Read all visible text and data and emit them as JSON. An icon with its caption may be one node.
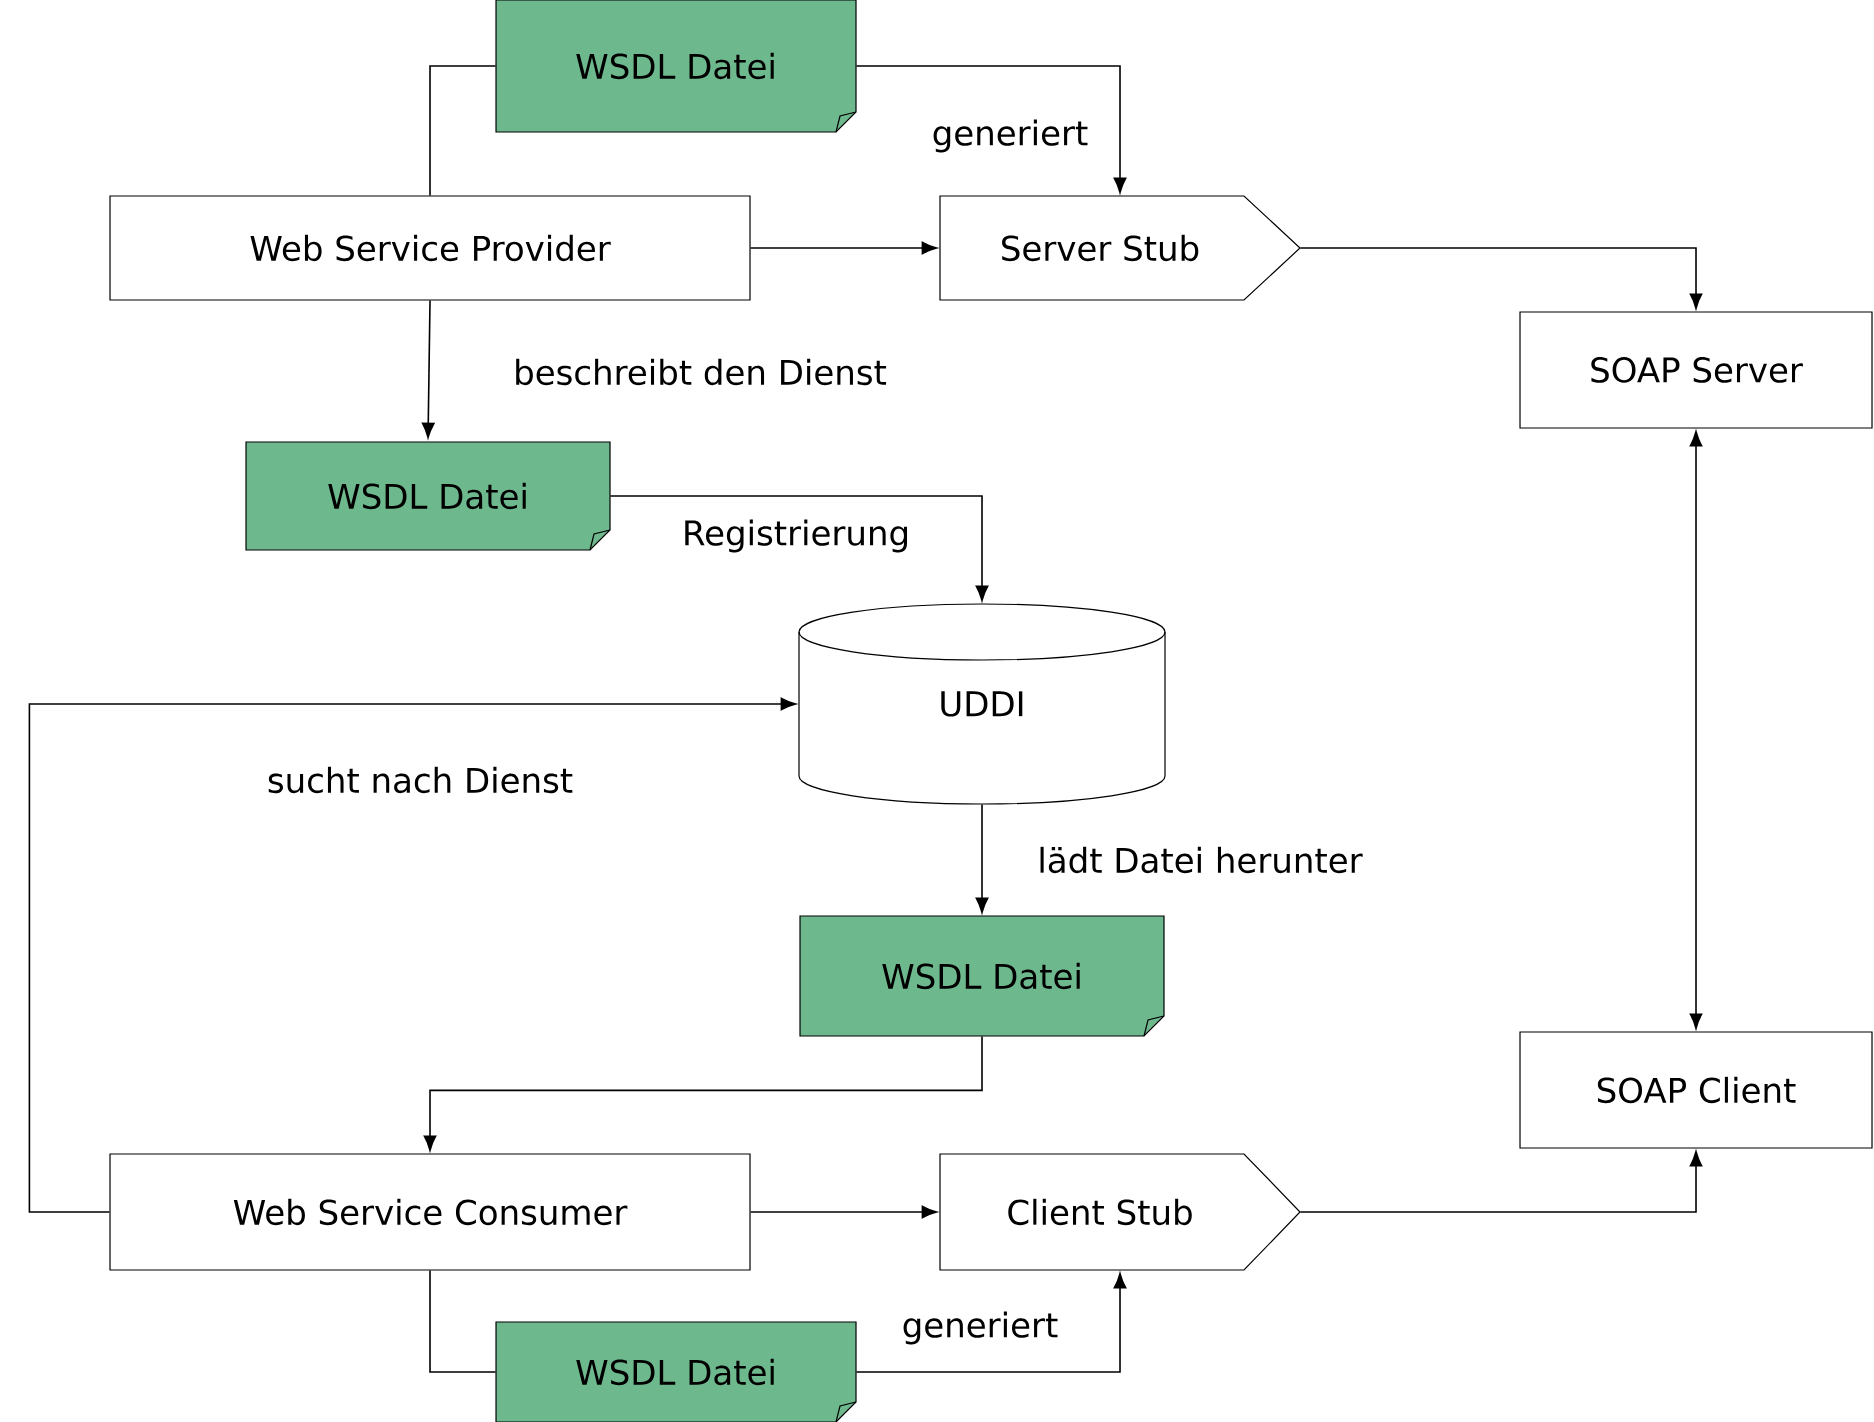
{
  "diagram": {
    "nodes": [
      {
        "text": [
          "WSDL Datei"
        ]
      },
      {
        "text": [
          "Web Service Provider"
        ]
      },
      {
        "text": [
          "Server Stub"
        ]
      },
      {
        "text": [
          "SOAP Server"
        ]
      },
      {
        "text": [
          "WSDL Datei"
        ]
      },
      {
        "text": [
          "UDDI"
        ]
      },
      {
        "text": [
          "WSDL Datei"
        ]
      },
      {
        "text": [
          "SOAP Client"
        ]
      },
      {
        "text": [
          "Web Service Consumer"
        ]
      },
      {
        "text": [
          "Client Stub"
        ]
      },
      {
        "text": [
          "WSDL Datei"
        ]
      }
    ],
    "edges": [
      {
        "from": 1,
        "to": 0,
        "arrow": "none"
      },
      {
        "from": 0,
        "to": 2,
        "arrow": "to",
        "label": "generiert"
      },
      {
        "from": 1,
        "to": 2,
        "arrow": "to"
      },
      {
        "from": 2,
        "to": 3,
        "arrow": "to"
      },
      {
        "from": 1,
        "to": 4,
        "arrow": "to",
        "label": "beschreibt den Dienst"
      },
      {
        "from": 4,
        "to": 5,
        "arrow": "to",
        "label": "Registrierung"
      },
      {
        "from": 8,
        "to": 5,
        "arrow": "to",
        "label": "sucht nach Dienst"
      },
      {
        "from": 5,
        "to": 6,
        "arrow": "to",
        "label": "lädt Datei herunter"
      },
      {
        "from": 6,
        "to": 8,
        "arrow": "to"
      },
      {
        "from": 3,
        "to": 7,
        "arrow": "both"
      },
      {
        "from": 8,
        "to": 9,
        "arrow": "to"
      },
      {
        "from": 9,
        "to": 7,
        "arrow": "to"
      },
      {
        "from": 8,
        "to": 10,
        "arrow": "none"
      },
      {
        "from": 10,
        "to": 9,
        "arrow": "to",
        "label": "generiert"
      }
    ]
  }
}
